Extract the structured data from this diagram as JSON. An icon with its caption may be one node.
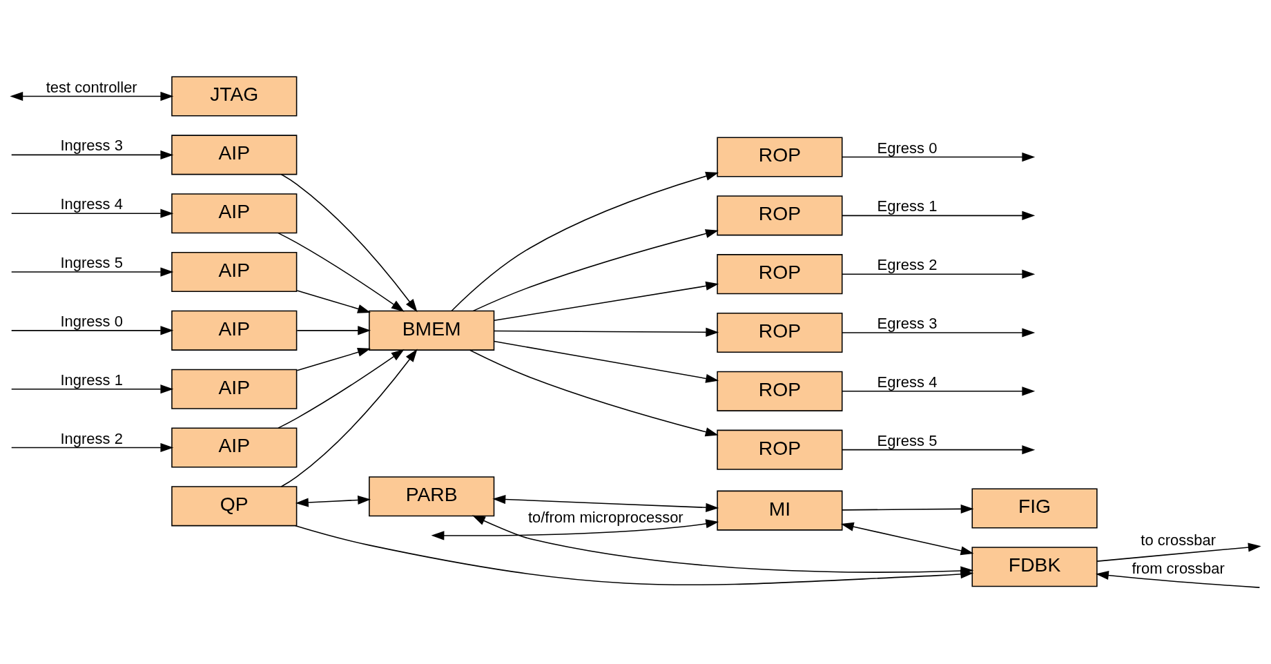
{
  "diagram": {
    "nodes": [
      {
        "text": [
          "AIP"
        ]
      },
      {
        "text": [
          "AIP"
        ]
      },
      {
        "text": [
          "AIP"
        ]
      },
      {
        "text": [
          "AIP"
        ]
      },
      {
        "text": [
          "AIP"
        ]
      },
      {
        "text": [
          "AIP"
        ]
      },
      {
        "text": [
          "BMEM"
        ]
      },
      {
        "text": [
          "QP"
        ]
      },
      {
        "text": [
          "PARB"
        ]
      },
      {
        "text": [
          "FIG"
        ]
      },
      {
        "text": [
          "MI"
        ]
      },
      {
        "text": [
          "FDBK"
        ]
      },
      {
        "text": [
          "JTAG"
        ]
      },
      {
        "text": [
          "ROP"
        ]
      },
      {
        "text": [
          "ROP"
        ]
      },
      {
        "text": [
          "ROP"
        ]
      },
      {
        "text": [
          "ROP"
        ]
      },
      {
        "text": [
          "ROP"
        ]
      },
      {
        "text": [
          "ROP"
        ]
      }
    ],
    "edges": [
      {
        "from": null,
        "to": 0,
        "arrow": "to",
        "label": "Ingress 0"
      },
      {
        "from": null,
        "to": 1,
        "arrow": "to",
        "label": "Ingress 1"
      },
      {
        "from": null,
        "to": 2,
        "arrow": "to",
        "label": "Ingress 2"
      },
      {
        "from": null,
        "to": 3,
        "arrow": "to",
        "label": "Ingress 3"
      },
      {
        "from": null,
        "to": 4,
        "arrow": "to",
        "label": "Ingress 4"
      },
      {
        "from": null,
        "to": 5,
        "arrow": "to",
        "label": "Ingress 5"
      },
      {
        "from": 0,
        "to": 6,
        "arrow": "to"
      },
      {
        "from": 1,
        "to": 6,
        "arrow": "to"
      },
      {
        "from": 2,
        "to": 6,
        "arrow": "to"
      },
      {
        "from": 3,
        "to": 6,
        "arrow": "to"
      },
      {
        "from": 4,
        "to": 6,
        "arrow": "to"
      },
      {
        "from": 5,
        "to": 6,
        "arrow": "to"
      },
      {
        "from": 6,
        "to": 13,
        "arrow": "to"
      },
      {
        "from": 6,
        "to": 14,
        "arrow": "to"
      },
      {
        "from": 6,
        "to": 15,
        "arrow": "to"
      },
      {
        "from": 6,
        "to": 16,
        "arrow": "to"
      },
      {
        "from": 6,
        "to": 17,
        "arrow": "to"
      },
      {
        "from": 6,
        "to": 18,
        "arrow": "to"
      },
      {
        "from": 13,
        "to": null,
        "arrow": "to",
        "label": "Egress 0"
      },
      {
        "from": 14,
        "to": null,
        "arrow": "to",
        "label": "Egress 1"
      },
      {
        "from": 15,
        "to": null,
        "arrow": "to",
        "label": "Egress 2"
      },
      {
        "from": 16,
        "to": null,
        "arrow": "to",
        "label": "Egress 3"
      },
      {
        "from": 17,
        "to": null,
        "arrow": "to",
        "label": "Egress 4"
      },
      {
        "from": 18,
        "to": null,
        "arrow": "to",
        "label": "Egress 5"
      },
      {
        "from": 7,
        "to": 6,
        "arrow": "to"
      },
      {
        "from": 7,
        "to": 8,
        "arrow": "both"
      },
      {
        "from": 8,
        "to": 10,
        "arrow": "both"
      },
      {
        "from": 10,
        "to": 9,
        "arrow": "to"
      },
      {
        "from": 10,
        "to": 11,
        "arrow": "both"
      },
      {
        "from": 8,
        "to": 11,
        "arrow": "both"
      },
      {
        "from": 7,
        "to": 11,
        "arrow": "to"
      },
      {
        "from": null,
        "to": 10,
        "arrow": "both",
        "label": "to/from microprocessor"
      },
      {
        "from": 11,
        "to": null,
        "arrow": "to",
        "label": "to crossbar"
      },
      {
        "from": null,
        "to": 11,
        "arrow": "to",
        "label": "from crossbar"
      },
      {
        "from": null,
        "to": 12,
        "arrow": "both",
        "label": "test controller"
      }
    ]
  }
}
